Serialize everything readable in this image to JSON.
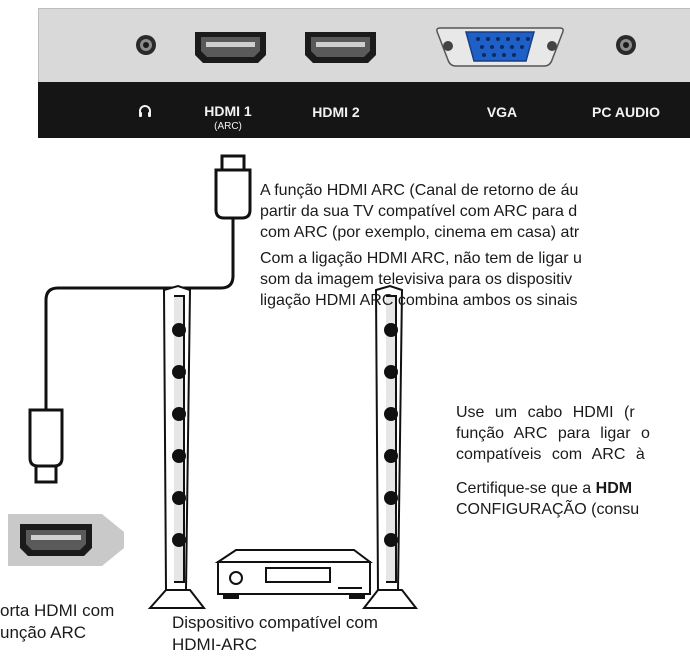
{
  "ports": {
    "headphone_icon": "headphone-icon",
    "hdmi1": "HDMI 1",
    "hdmi1_sub": "(ARC)",
    "hdmi2": "HDMI 2",
    "vga": "VGA",
    "pc_audio": "PC AUDIO"
  },
  "paragraph1": {
    "line1": "A função HDMI ARC (Canal de retorno de áu",
    "line2": "partir da sua TV compatível com ARC para d",
    "line3": "com ARC (por exemplo, cinema em casa) atr"
  },
  "paragraph2": {
    "line1": "Com a ligação HDMI ARC, não tem de ligar u",
    "line2": "som da imagem televisiva para os dispositiv",
    "line3": "ligação HDMI ARC combina ambos os sinais"
  },
  "paragraph3": {
    "line1": "Use um cabo HDMI (r",
    "line2": "função ARC para ligar o",
    "line3": "compatíveis com ARC à"
  },
  "paragraph4": {
    "line1_prefix": "Certifique-se que a ",
    "line1_bold": "HDM",
    "line2": "CONFIGURAÇÃO (consu"
  },
  "captions": {
    "port_line1": "orta HDMI com",
    "port_line2": "unção ARC",
    "device_line1": "Dispositivo compatível com",
    "device_line2": "HDMI-ARC"
  },
  "colors": {
    "panel": "#d9d9d9",
    "label_bar": "#151515",
    "vga_blue": "#1f5fc8"
  }
}
